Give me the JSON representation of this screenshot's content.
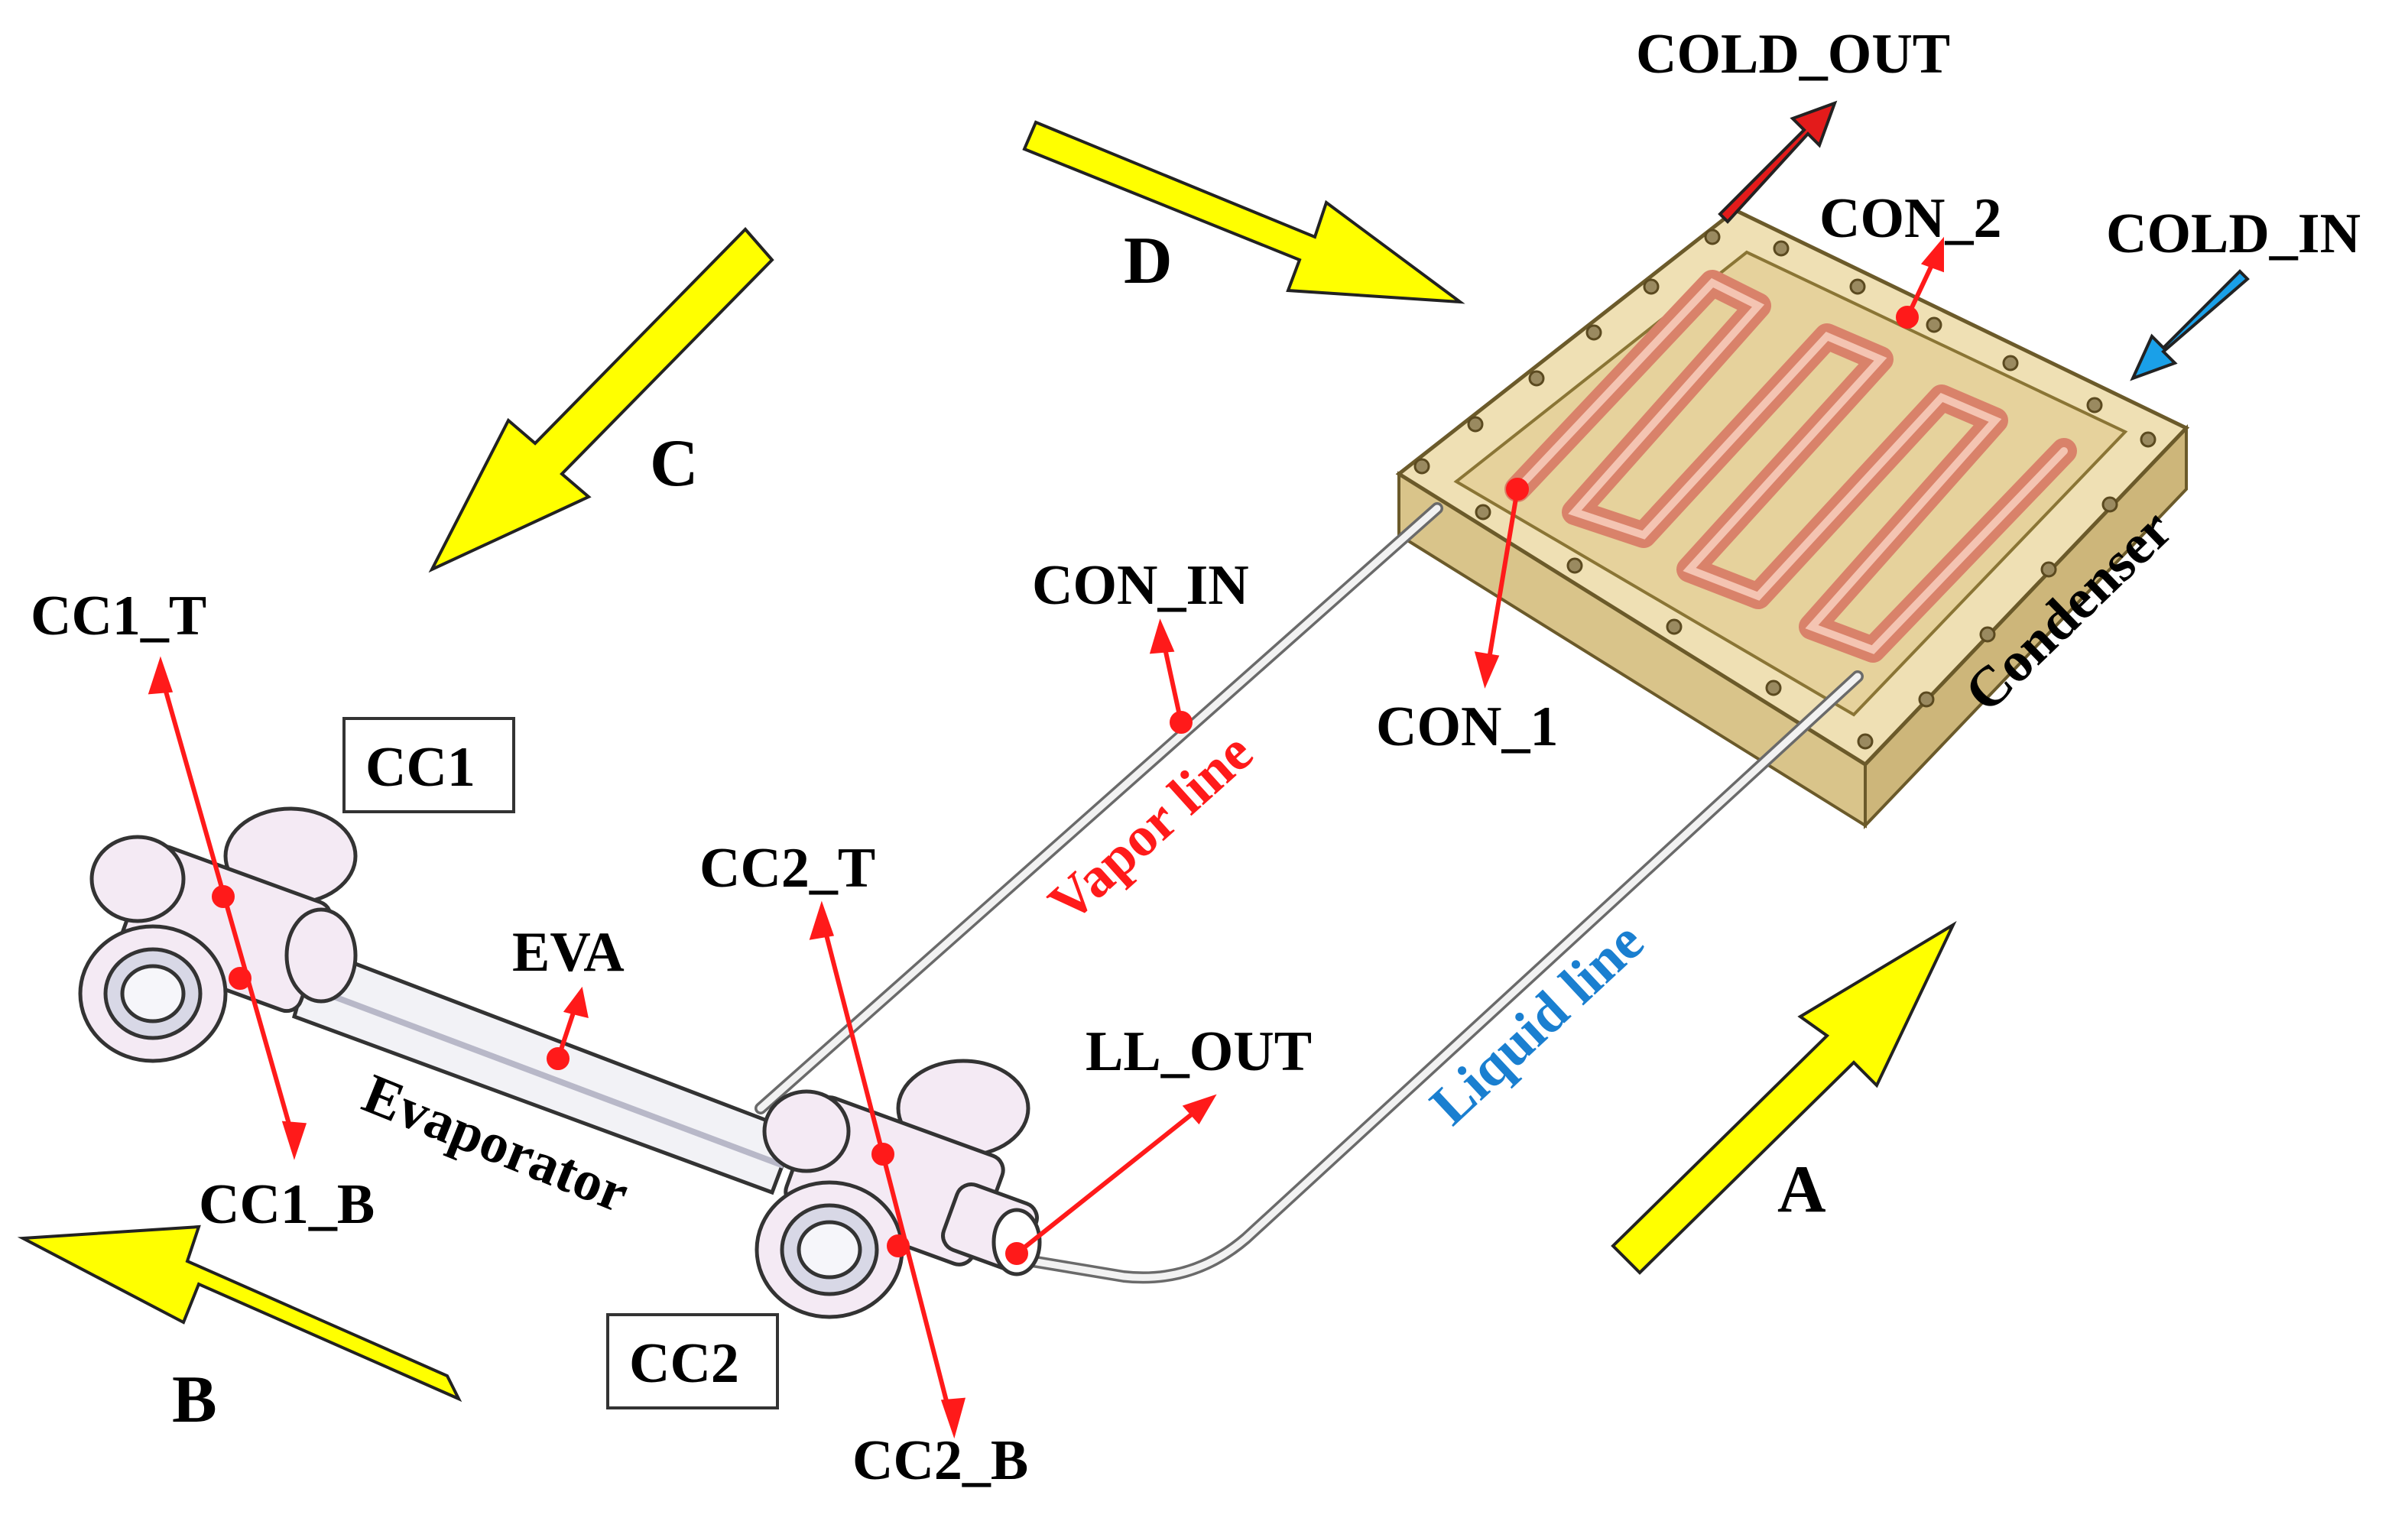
{
  "labels": {
    "cold_out": "COLD_OUT",
    "cold_in": "COLD_IN",
    "con_2": "CON_2",
    "con_1": "CON_1",
    "con_in": "CON_IN",
    "condenser": "Condenser",
    "vapor_line": "Vapor line",
    "liquid_line": "Liquid line",
    "evaporator": "Evaporator",
    "eva": "EVA",
    "cc1": "CC1",
    "cc2": "CC2",
    "cc1_t": "CC1_T",
    "cc1_b": "CC1_B",
    "cc2_t": "CC2_T",
    "cc2_b": "CC2_B",
    "ll_out": "LL_OUT",
    "dir_a": "A",
    "dir_b": "B",
    "dir_c": "C",
    "dir_d": "D"
  },
  "colors": {
    "arrow_yellow": "#ffff00",
    "label_red": "#ff1a1a",
    "label_blue": "#1a7fd0",
    "condenser_body": "#e8d6a4",
    "condenser_channel": "#e89a7c",
    "cold_out_arrow": "#e31b1b",
    "cold_in_arrow": "#1aa0e8"
  }
}
